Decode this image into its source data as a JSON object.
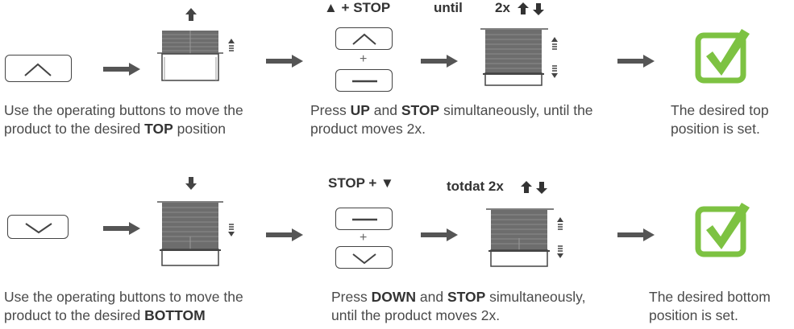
{
  "row1": {
    "step2_label": "▲ + STOP",
    "step2_until": "until",
    "step2_count": "2x",
    "plus": "+",
    "caption1_pre": "Use the operating buttons to move the product to the desired ",
    "caption1_bold": "TOP",
    "caption1_post": " position",
    "caption2_pre": "Press ",
    "caption2_bold1": "UP",
    "caption2_mid": " and ",
    "caption2_bold2": "STOP",
    "caption2_post": " simultaneously, until the product moves 2x.",
    "caption3": "The desired top position is set."
  },
  "row2": {
    "step2_label": "STOP + ▼",
    "step2_count": "totdat 2x",
    "plus": "+",
    "caption1_pre": "Use the operating buttons to move the product to the desired ",
    "caption1_bold": "BOTTOM",
    "caption2_pre": "Press ",
    "caption2_bold1": "DOWN",
    "caption2_mid": " and ",
    "caption2_bold2": "STOP",
    "caption2_post": " simultaneously, until the product moves 2x.",
    "caption3": "The desired bottom position is set."
  },
  "colors": {
    "check": "#7dc242",
    "blind": "#6d6d6d",
    "arrow": "#555555"
  }
}
